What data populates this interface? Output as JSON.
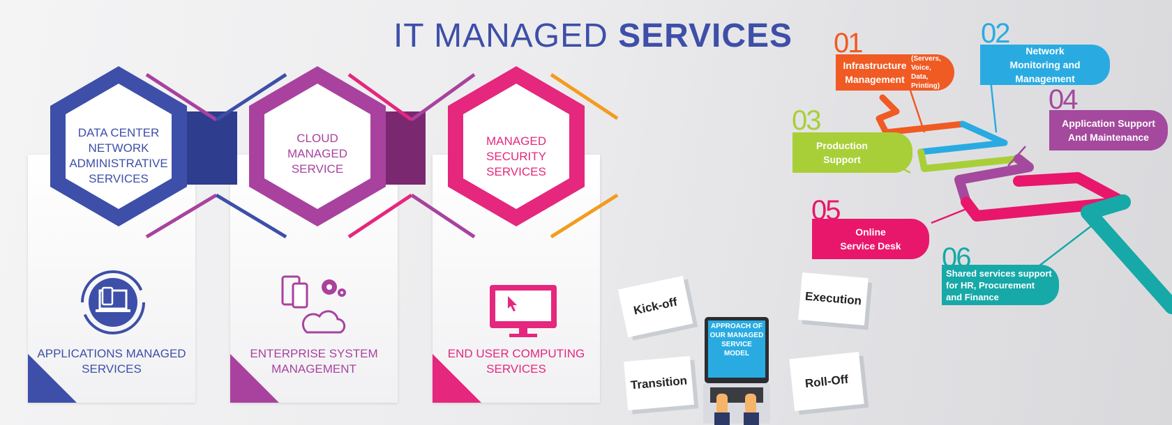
{
  "title": {
    "light": "IT MANAGED",
    "bold": "SERVICES"
  },
  "colors": {
    "blue": "#3d4fa8",
    "purple": "#a8429e",
    "pink": "#e5277d",
    "orange": "#f39c1f"
  },
  "hexagons": [
    {
      "label": "DATA CENTER NETWORK ADMINISTRATIVE SERVICES",
      "color": "#3d4fa8"
    },
    {
      "label": "CLOUD MANAGED SERVICE",
      "color": "#a8429e"
    },
    {
      "label": "MANAGED SECURITY SERVICES",
      "color": "#e5277d"
    }
  ],
  "panels": [
    {
      "label": "APPLICATIONS MANAGED SERVICES",
      "icon": "laptop-phone-icon"
    },
    {
      "label": "ENTERPRISE SYSTEM MANAGEMENT",
      "icon": "devices-gears-cloud-icon"
    },
    {
      "label": "END USER COMPUTING SERVICES",
      "icon": "monitor-cursor-icon"
    }
  ],
  "steps": [
    {
      "num": "01",
      "label": "Infrastructure Management",
      "sub": "(Servers, Voice, Data, Printing)",
      "color": "#f05a23"
    },
    {
      "num": "02",
      "label": "Network Monitoring and Management",
      "color": "#29abe2"
    },
    {
      "num": "03",
      "label": "Production Support",
      "color": "#a8cf38"
    },
    {
      "num": "04",
      "label": "Application Support And Maintenance",
      "color": "#a4499d"
    },
    {
      "num": "05",
      "label": "Online Service Desk",
      "color": "#e8176b"
    },
    {
      "num": "06",
      "label": "Shared services support for HR, Procurement and Finance",
      "color": "#16a9a7"
    }
  ],
  "approach": {
    "screen": "APPROACH OF OUR MANAGED SERVICE MODEL",
    "phases": [
      "Kick-off",
      "Execution",
      "Transition",
      "Roll-Off"
    ]
  }
}
